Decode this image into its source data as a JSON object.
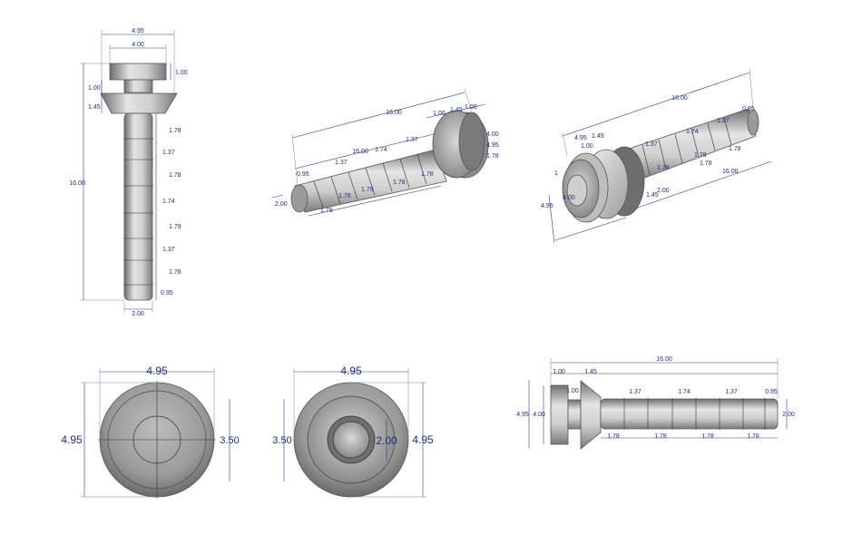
{
  "palette": {
    "dimension": "#1f2f7a",
    "metal_dark": "#6e6e6e",
    "metal_mid": "#a9a9a9",
    "metal_light": "#e4e4e4",
    "background": "#ffffff"
  },
  "front_view": {
    "overall_length": "16.00",
    "head_outer": "4.95",
    "head_inner": "4.00",
    "head_thickness": "1.00",
    "collar_gap": "1.00",
    "taper": "1.45",
    "seg_1": "1.78",
    "seg_2": "1.37",
    "seg_3": "1.78",
    "seg_4": "1.74",
    "seg_5": "1.79",
    "seg_6": "1.37",
    "seg_7": "1.78",
    "tip": "0.95",
    "shaft_dia": "2.00"
  },
  "iso_left": {
    "overall": "16.00",
    "shaft": "16.00",
    "head_a": "1.00",
    "head_b": "1.45",
    "head_c": "1.00",
    "tip": "0.95",
    "seg_a": "1.37",
    "seg_b": "1.74",
    "seg_c": "1.37",
    "seg_d": "1.78",
    "seg_e": "1.79",
    "seg_f": "1.78",
    "seg_g": "1.78",
    "seg_h": "1.78",
    "dia": "2.00",
    "r_a": "4.00",
    "r_b": "4.95",
    "r_c": "1.78"
  },
  "iso_right": {
    "overall": "16.00",
    "shaft": "16.00",
    "head_a": "4.95",
    "head_b": "1.45",
    "head_c": "1.00",
    "head_d": "4.00",
    "head_e": "4.95",
    "seg_a": "1.37",
    "seg_b": "1.74",
    "seg_c": "1.37",
    "seg_d": "1.78",
    "seg_e": "1.78",
    "seg_f": "1.78",
    "seg_g": "1.78",
    "tip": "0.95",
    "seg_h": "1.45",
    "dia": "2.00",
    "one": "1"
  },
  "top_view": {
    "width": "4.95",
    "height": "4.95",
    "inner": "3.50"
  },
  "bottom_view": {
    "width": "4.95",
    "height": "4.95",
    "inner": "3.50",
    "bore": "2.00"
  },
  "side_view": {
    "overall": "16.00",
    "head": "1.00",
    "taper": "1.45",
    "seg_1": "1.37",
    "seg_2": "1.74",
    "seg_3": "1.37",
    "tip": "0.95",
    "head_outer": "4.95",
    "head_inner": "4.00",
    "collar": "1.00",
    "shaft_dia": "2.00",
    "low_1": "1.78",
    "low_2": "1.78",
    "low_3": "1.78",
    "low_4": "1.78"
  }
}
